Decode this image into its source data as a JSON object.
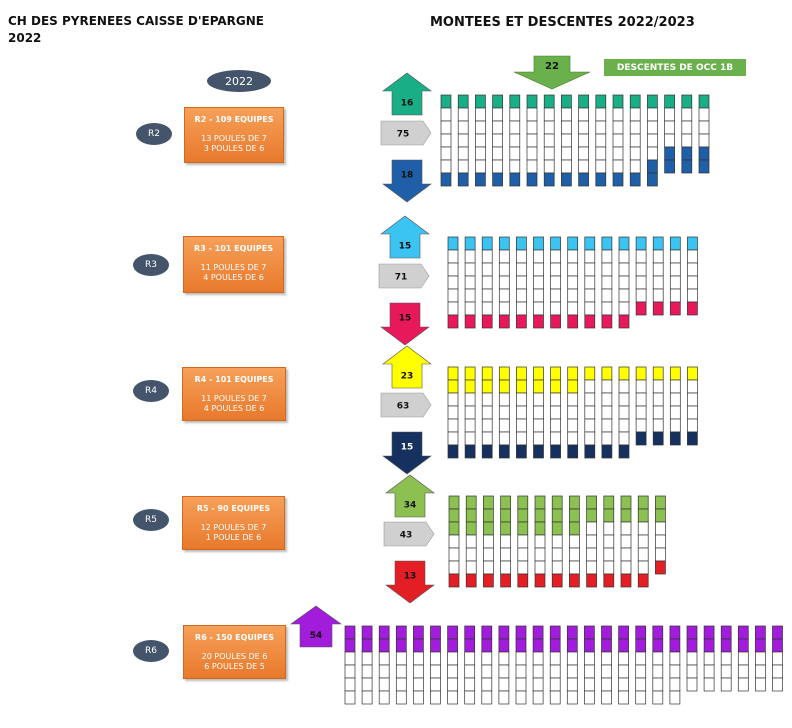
{
  "header": {
    "left_title": "CH DES PYRENEES CAISSE D'EPARGNE",
    "left_year": "2022",
    "right_title": "MONTEES ET DESCENTES 2022/2023",
    "year_badge": "2022",
    "down_badge_value": "22",
    "occ_banner": "DESCENTES DE OCC 1B"
  },
  "colors": {
    "R2_up": "#1aae86",
    "R2_down": "#1f5fa8",
    "R3_up": "#3bc4f2",
    "R3_down": "#e8195a",
    "R4_up": "#ffff00",
    "R4_down": "#16305f",
    "R5_up": "#8cc152",
    "R5_down": "#e31e24",
    "R6_up": "#a21cdc"
  },
  "levels": [
    {
      "id": "R2",
      "name": "R2 - 109 EQUIPES",
      "line1": "13 POULES DE 7",
      "line2": "3 POULES DE 6",
      "up": "16",
      "stay": "75",
      "down": "18",
      "up_color": "#1aae86",
      "down_color": "#1f5fa8",
      "poules": [
        7,
        7,
        7,
        7,
        7,
        7,
        7,
        7,
        7,
        7,
        7,
        7,
        7,
        6,
        6,
        6
      ],
      "up_per": [
        1,
        1,
        1,
        1,
        1,
        1,
        1,
        1,
        1,
        1,
        1,
        1,
        1,
        1,
        1,
        1
      ],
      "down_per": [
        1,
        1,
        1,
        1,
        1,
        1,
        1,
        1,
        1,
        1,
        1,
        1,
        2,
        2,
        2,
        2
      ]
    },
    {
      "id": "R3",
      "name": "R3 - 101 EQUIPES",
      "line1": "11 POULES DE 7",
      "line2": "4 POULES DE 6",
      "up": "15",
      "stay": "71",
      "down": "15",
      "up_color": "#3bc4f2",
      "down_color": "#e8195a",
      "poules": [
        7,
        7,
        7,
        7,
        7,
        7,
        7,
        7,
        7,
        7,
        7,
        6,
        6,
        6,
        6
      ],
      "up_per": [
        1,
        1,
        1,
        1,
        1,
        1,
        1,
        1,
        1,
        1,
        1,
        1,
        1,
        1,
        1
      ],
      "down_per": [
        1,
        1,
        1,
        1,
        1,
        1,
        1,
        1,
        1,
        1,
        1,
        1,
        1,
        1,
        1
      ]
    },
    {
      "id": "R4",
      "name": "R4 - 101 EQUIPES",
      "line1": "11 POULES DE 7",
      "line2": "4 POULES DE 6",
      "up": "23",
      "stay": "63",
      "down": "15",
      "up_color": "#ffff00",
      "down_color": "#16305f",
      "poules": [
        7,
        7,
        7,
        7,
        7,
        7,
        7,
        7,
        7,
        7,
        7,
        6,
        6,
        6,
        6
      ],
      "up_per": [
        2,
        2,
        2,
        2,
        2,
        2,
        2,
        2,
        1,
        1,
        1,
        1,
        1,
        1,
        1
      ],
      "down_per": [
        1,
        1,
        1,
        1,
        1,
        1,
        1,
        1,
        1,
        1,
        1,
        1,
        1,
        1,
        1
      ]
    },
    {
      "id": "R5",
      "name": "R5 - 90 EQUIPES",
      "line1": "12 POULES DE 7",
      "line2": "1 POULE DE 6",
      "up": "34",
      "stay": "43",
      "down": "13",
      "up_color": "#8cc152",
      "down_color": "#e31e24",
      "poules": [
        7,
        7,
        7,
        7,
        7,
        7,
        7,
        7,
        7,
        7,
        7,
        7,
        6
      ],
      "up_per": [
        3,
        3,
        3,
        3,
        3,
        3,
        3,
        3,
        2,
        2,
        2,
        2,
        2
      ],
      "down_per": [
        1,
        1,
        1,
        1,
        1,
        1,
        1,
        1,
        1,
        1,
        1,
        1,
        1
      ]
    },
    {
      "id": "R6",
      "name": "R6 - 150 EQUIPES",
      "line1": "20 POULES DE 6",
      "line2": "6 POULES DE 5",
      "up": "54",
      "stay": "",
      "down": "",
      "up_color": "#a21cdc",
      "down_color": "",
      "poules": [
        6,
        6,
        6,
        6,
        6,
        6,
        6,
        6,
        6,
        6,
        6,
        6,
        6,
        6,
        6,
        6,
        6,
        6,
        6,
        6,
        5,
        5,
        5,
        5,
        5,
        5
      ],
      "up_per": [
        2,
        2,
        2,
        2,
        2,
        2,
        2,
        2,
        2,
        2,
        2,
        2,
        2,
        2,
        2,
        2,
        2,
        2,
        2,
        2,
        2,
        2,
        2,
        2,
        2,
        2
      ],
      "down_per": []
    }
  ]
}
